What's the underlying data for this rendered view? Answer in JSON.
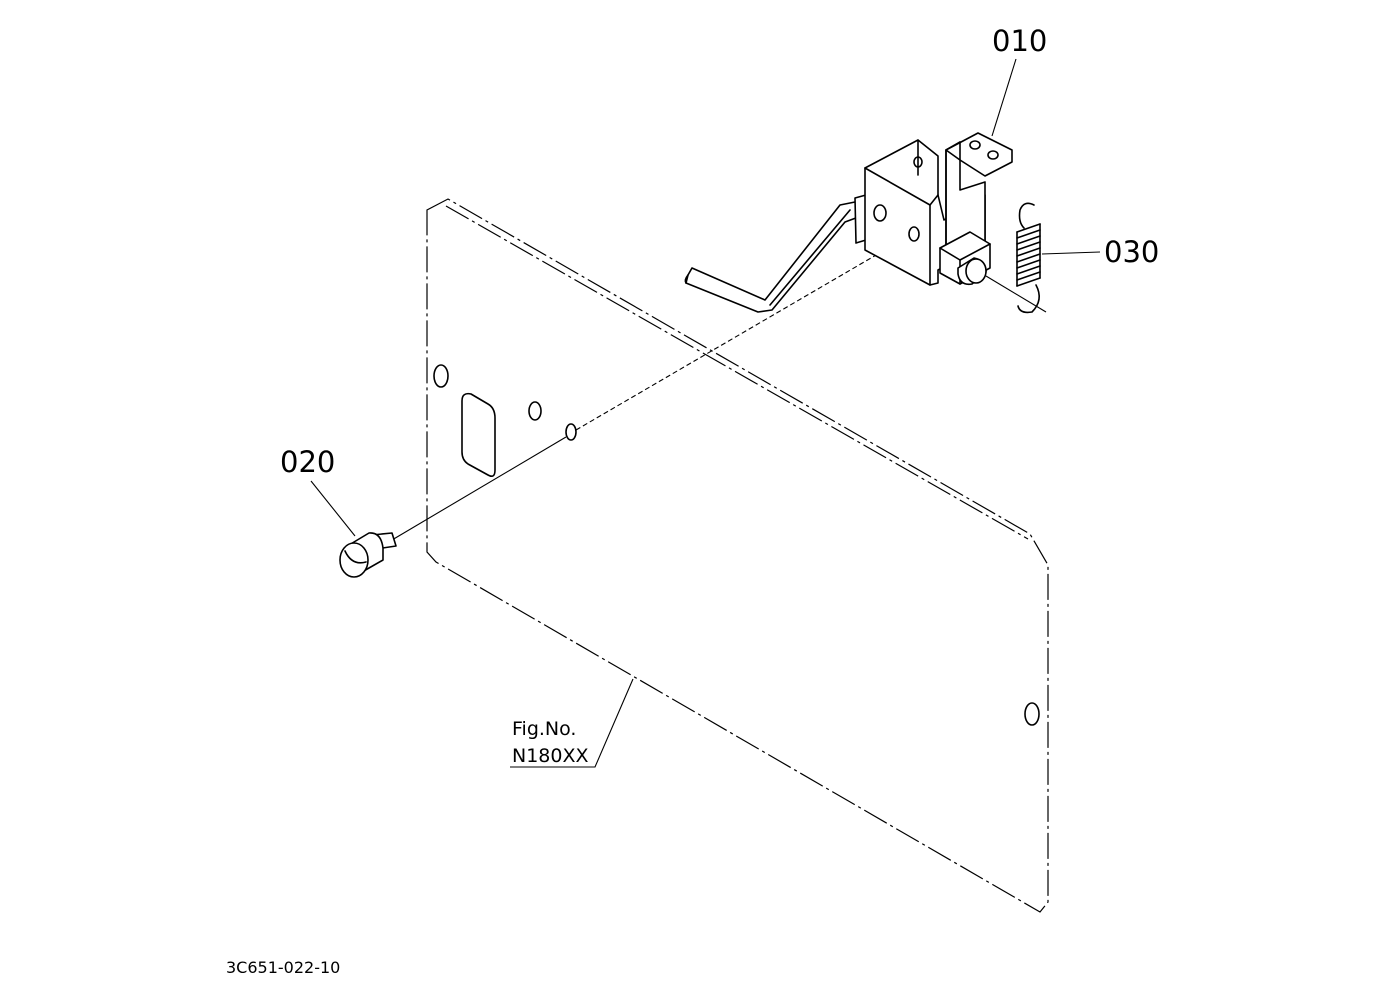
{
  "parts": [
    {
      "id": "010"
    },
    {
      "id": "020"
    },
    {
      "id": "030"
    }
  ],
  "figure_reference": {
    "line1": "Fig.No.",
    "line2": "N180XX"
  },
  "document_number": "3C651-022-10",
  "colors": {
    "line": "#000000",
    "background": "#ffffff"
  }
}
